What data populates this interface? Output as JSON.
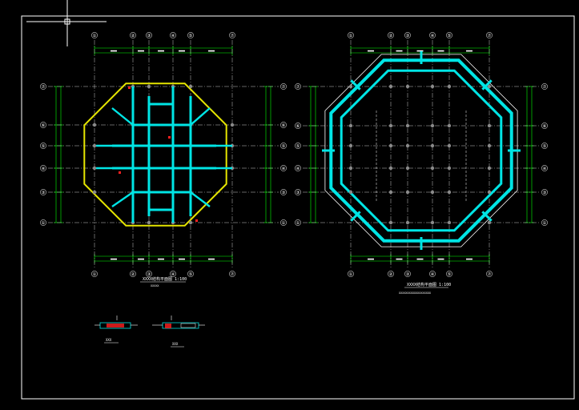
{
  "drawing": {
    "background": "#000000",
    "colors": {
      "frame": "#ffffff",
      "grid": "#00ff00",
      "axis": "#c8c8c8",
      "wall": "#00e5e5",
      "beam": "#e6e600",
      "text": "#ffffff",
      "red": "#ff2020"
    },
    "left_plan": {
      "top_axis_labels": [
        "①",
        "②",
        "③",
        "④",
        "⑤",
        "⑦"
      ],
      "bottom_axis_labels": [
        "①",
        "②",
        "③",
        "④",
        "⑤",
        "⑦"
      ],
      "side_axis_labels": [
        "⑦",
        "⑥",
        "⑤",
        "④",
        "③",
        "①"
      ],
      "caption": "XXXX结构平面图 1:100",
      "note": "XXXXX"
    },
    "right_plan": {
      "top_axis_labels": [
        "①",
        "②",
        "③",
        "④",
        "⑤",
        "⑦"
      ],
      "bottom_axis_labels": [
        "①",
        "②",
        "③",
        "④",
        "⑤",
        "⑦"
      ],
      "side_axis_labels": [
        "⑦",
        "⑥",
        "⑤",
        "④",
        "③",
        "①"
      ],
      "caption": "XXXX结构平面图 1:100",
      "note": "XXXXXXXXXXXXXXXXXXX"
    },
    "details": [
      {
        "label": "XXX"
      },
      {
        "label": "XXX"
      }
    ]
  }
}
